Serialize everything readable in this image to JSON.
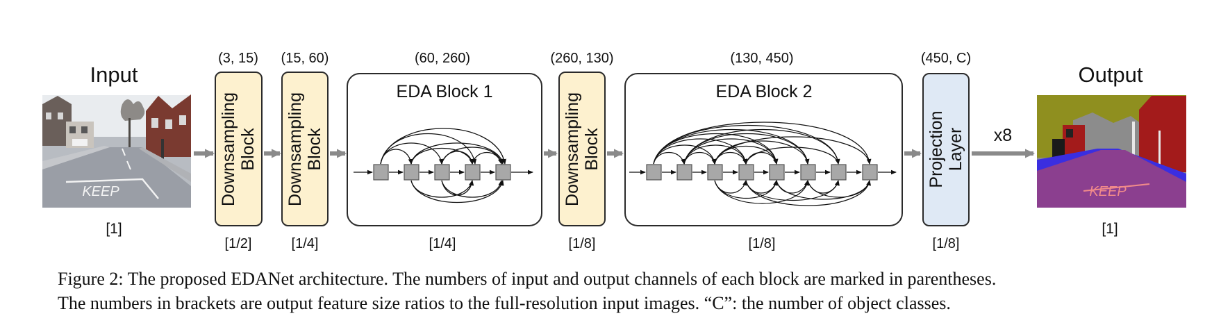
{
  "colors": {
    "downsampling_fill": "#fdf1cf",
    "projection_fill": "#dfe9f5",
    "eda_fill": "#ffffff",
    "node_fill": "#a8a8a8",
    "arrow_gray": "#8a8a8a",
    "seg_road": "#8b3f8f",
    "seg_building": "#a31b1b",
    "seg_sky": "#8c8c8c",
    "seg_vegetation": "#8f8f1f",
    "seg_sidewalk": "#3a2ee0"
  },
  "input": {
    "title": "Input",
    "ratio": "[1]",
    "road_text": "KEEP"
  },
  "output": {
    "title": "Output",
    "ratio": "[1]",
    "road_text": "KEEP"
  },
  "blocks": {
    "down1": {
      "label_line1": "Downsampling",
      "label_line2": "Block",
      "channels": "(3, 15)",
      "ratio": "[1/2]"
    },
    "down2": {
      "label_line1": "Downsampling",
      "label_line2": "Block",
      "channels": "(15, 60)",
      "ratio": "[1/4]"
    },
    "eda1": {
      "label": "EDA Block 1",
      "channels": "(60, 260)",
      "ratio": "[1/4]"
    },
    "down3": {
      "label_line1": "Downsampling",
      "label_line2": "Block",
      "channels": "(260, 130)",
      "ratio": "[1/8]"
    },
    "eda2": {
      "label": "EDA Block 2",
      "channels": "(130, 450)",
      "ratio": "[1/8]"
    },
    "proj": {
      "label_line1": "Projection",
      "label_line2": "Layer",
      "channels": "(450, C)",
      "ratio": "[1/8]"
    }
  },
  "upsample_label": "x8",
  "caption": {
    "line1": "Figure 2: The proposed EDANet architecture. The numbers of input and output channels of each block are marked in parentheses.",
    "line2": "The numbers in brackets are output feature size ratios to the full-resolution input images. “C”: the number of object classes."
  }
}
